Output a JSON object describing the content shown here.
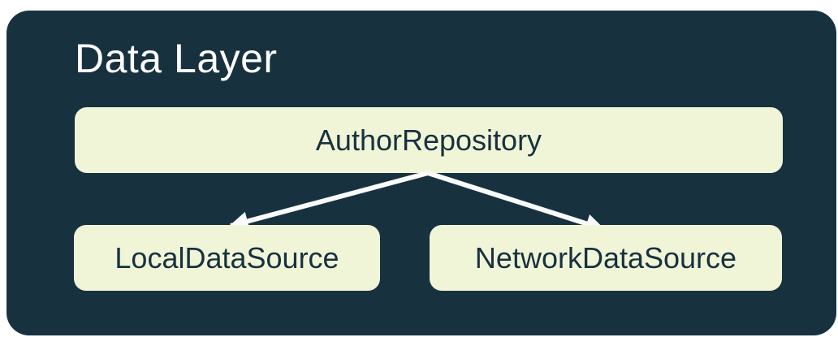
{
  "diagram": {
    "title": "Data Layer",
    "nodes": [
      {
        "id": "author-repository",
        "label": "AuthorRepository"
      },
      {
        "id": "local-data-source",
        "label": "LocalDataSource"
      },
      {
        "id": "network-data-source",
        "label": "NetworkDataSource"
      }
    ],
    "edges": [
      {
        "from": "AuthorRepository",
        "to": "LocalDataSource"
      },
      {
        "from": "AuthorRepository",
        "to": "NetworkDataSource"
      }
    ],
    "colors": {
      "page_bg": "#ffffff",
      "container_bg": "#17313F",
      "node_bg": "#F0F5D8",
      "node_text": "#17313F",
      "title_text": "#FDFDFE",
      "arrow": "#FAFBFC"
    }
  }
}
